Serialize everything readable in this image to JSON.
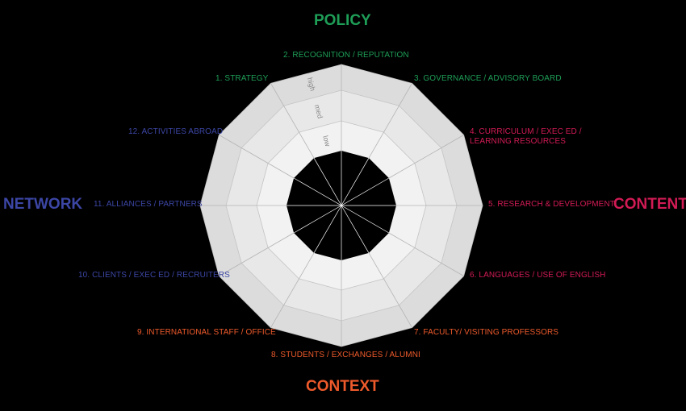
{
  "colors": {
    "policy": "#1e9e57",
    "content": "#d21b55",
    "context": "#ee5a2b",
    "network": "#3c46a5",
    "ring_high": "#dcdcdc",
    "ring_med": "#e8e8e8",
    "ring_low": "#f2f2f2",
    "center": "#000000",
    "lines": "#b4b4b4"
  },
  "headings": {
    "policy": "POLICY",
    "content": "CONTENT",
    "context": "CONTEXT",
    "network": "NETWORK"
  },
  "levels": {
    "high": "high",
    "med": "med",
    "low": "low"
  },
  "dimensions": [
    {
      "label": "1. STRATEGY",
      "group": "policy"
    },
    {
      "label": "2. RECOGNITION / REPUTATION",
      "group": "policy"
    },
    {
      "label": "3. GOVERNANCE / ADVISORY BOARD",
      "group": "policy"
    },
    {
      "label": "4. CURRICULUM / EXEC ED /\nLEARNING RESOURCES",
      "group": "content"
    },
    {
      "label": "5. RESEARCH & DEVELOPMENT",
      "group": "content"
    },
    {
      "label": "6. LANGUAGES / USE OF ENGLISH",
      "group": "content"
    },
    {
      "label": "7. FACULTY/ VISITING PROFESSORS",
      "group": "context"
    },
    {
      "label": "8. STUDENTS / EXCHANGES / ALUMNI",
      "group": "context"
    },
    {
      "label": "9. INTERNATIONAL STAFF / OFFICE",
      "group": "context"
    },
    {
      "label": "10. CLIENTS / EXEC ED / RECRUITERS",
      "group": "network"
    },
    {
      "label": "11.  ALLIANCES / PARTNERS",
      "group": "network"
    },
    {
      "label": "12. ACTIVITIES ABROAD",
      "group": "network"
    }
  ]
}
